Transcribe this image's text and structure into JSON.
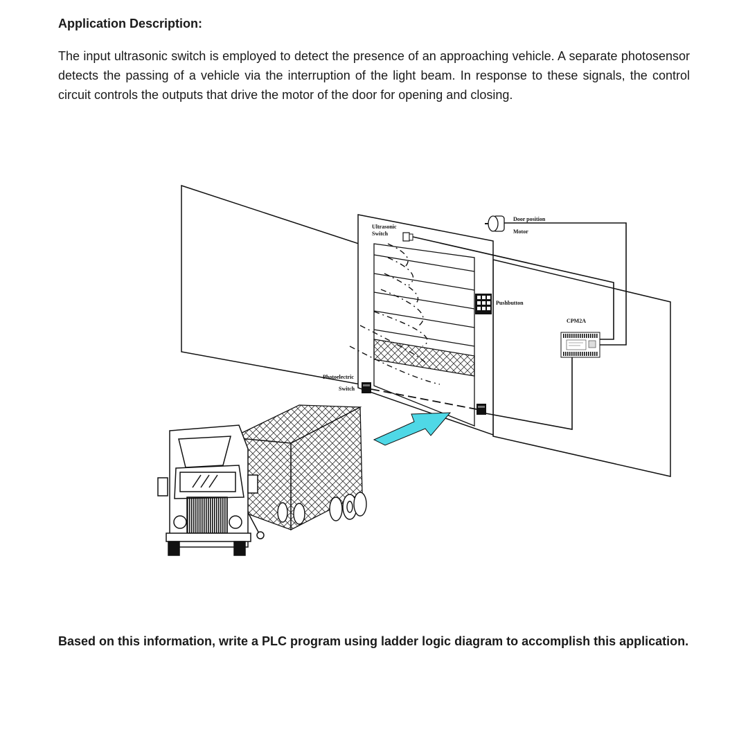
{
  "document": {
    "heading": "Application Description:",
    "paragraph": "The input ultrasonic switch is employed to detect the presence of an approaching vehicle. A separate photosensor detects the passing of a vehicle via the interruption of the light beam. In response to these signals, the control circuit controls the outputs that drive the motor of the door for opening and closing.",
    "question": "Based on this information, write a PLC program using ladder logic diagram to accomplish this application."
  },
  "figure": {
    "labels": {
      "ultrasonic_line1": "Ultrasonic",
      "ultrasonic_line2": "Switch",
      "door_position": "Door position",
      "motor": "Motor",
      "pushbutton": "Pushbutton",
      "plc": "CPM2A",
      "photo_line1": "Photoelectric",
      "photo_line2": "Switch"
    },
    "colors": {
      "arrow": "#4fd8e6",
      "line": "#111111"
    }
  }
}
